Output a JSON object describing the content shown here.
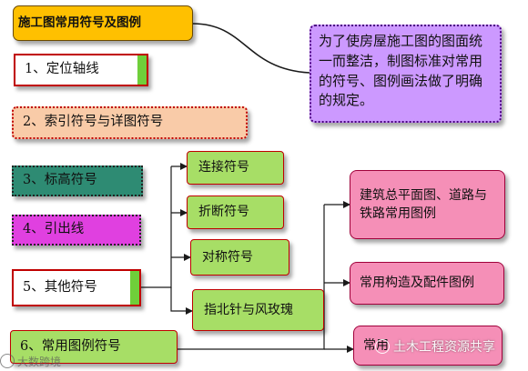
{
  "title": "施工图常用符号及图例",
  "note": "为了使房屋施工图的图面统一而整洁，制图标准对常用的符号、图例画法做了明确的规定。",
  "left_items": [
    "1、定位轴线",
    "2、索引符号与详图符号",
    "3、标高符号",
    "4、引出线",
    "5、其他符号",
    "6、常用图例符号"
  ],
  "other_symbols": [
    "连接符号",
    "折断符号",
    "对称符号",
    "指北针与风玫瑰"
  ],
  "legend_items": [
    "建筑总平面图、道路与铁路常用图例",
    "常用构造及配件图例",
    "常用"
  ],
  "watermarks": {
    "left": "大数跨境",
    "right": "土木工程资源共享"
  },
  "colors": {
    "title_fill": "#ffc000",
    "note_fill": "#cc99ff",
    "green_fill": "#a7de66",
    "pink_fill": "#f58fb7",
    "peach_fill": "#f9cba8",
    "teal_fill": "#2e8b73",
    "magenta_fill": "#e040e0",
    "connector": "#1a1a1a"
  }
}
